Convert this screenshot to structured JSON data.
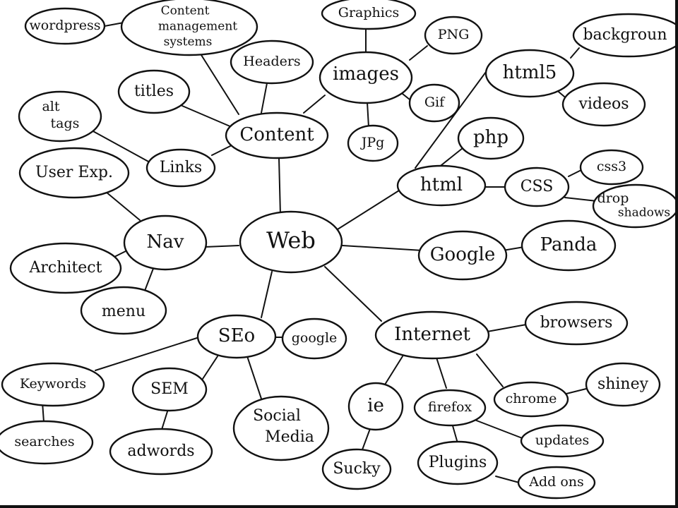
{
  "nodes": {
    "web": "Web",
    "content": "Content",
    "wordpress": "wordpress",
    "cms": [
      "Content",
      "management",
      "systems"
    ],
    "headers": "Headers",
    "titles": "titles",
    "alt_tags": [
      "alt",
      "tags"
    ],
    "links": "Links",
    "images": "images",
    "graphics": "Graphics",
    "png": "PNG",
    "gif": "Gif",
    "jpg": "JPg",
    "html": "html",
    "html5": "html5",
    "background": "backgroun",
    "videos": "videos",
    "php": "php",
    "css": "CSS",
    "css3": "css3",
    "drop_shadows": [
      "drop",
      "shadows"
    ],
    "google_search": "Google",
    "panda": "Panda",
    "nav": "Nav",
    "user_exp": "User Exp.",
    "architect": "Architect",
    "menu": "menu",
    "seo": "SEo",
    "google_seo": "google",
    "keywords": "Keywords",
    "searches": "searches",
    "sem": "SEM",
    "adwords": "adwords",
    "social_media": [
      "Social",
      "Media"
    ],
    "internet": "Internet",
    "browsers": "browsers",
    "chrome": "chrome",
    "shiney": "shiney",
    "ie": "ie",
    "sucky": "Sucky",
    "firefox": "firefox",
    "updates": "updates",
    "plugins": "Plugins",
    "addons": "Add ons"
  }
}
